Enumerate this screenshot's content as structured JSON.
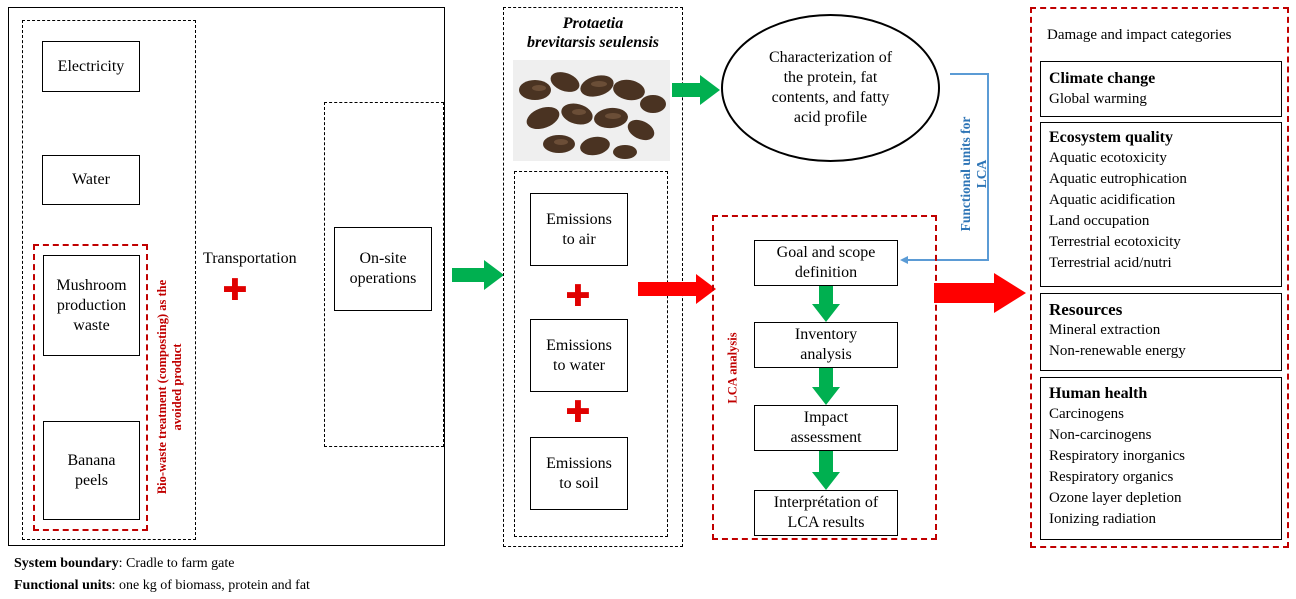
{
  "left": {
    "inputs": [
      "Electricity",
      "Water",
      "Mushroom\nproduction\nwaste",
      "Banana\npeels"
    ],
    "avoided_label": "Bio-waste treatment (composting) as the avoided product",
    "transportation": "Transportation",
    "onsite": "On-site\noperations"
  },
  "insect": {
    "name": "Protaetia\nbrevitarsis seulensis",
    "emissions": [
      "Emissions\nto air",
      "Emissions\nto water",
      "Emissions\nto soil"
    ]
  },
  "characterization": "Characterization of\nthe protein, fat\ncontents, and fatty\nacid profile",
  "functional_units_label": "Functional units for\nLCA",
  "lca": {
    "label": "LCA analysis",
    "steps": [
      "Goal and scope\ndefinition",
      "Inventory\nanalysis",
      "Impact\nassessment",
      "Interprétation of\nLCA results"
    ]
  },
  "damage": {
    "title": "Damage and impact categories",
    "categories": [
      {
        "name": "Climate change",
        "items": [
          "Global warming"
        ]
      },
      {
        "name": "Ecosystem quality",
        "items": [
          "Aquatic ecotoxicity",
          "Aquatic eutrophication",
          "Aquatic acidification",
          "Land occupation",
          "Terrestrial ecotoxicity",
          "Terrestrial acid/nutri"
        ]
      },
      {
        "name": "Resources",
        "items": [
          "Mineral extraction",
          "Non-renewable energy"
        ]
      },
      {
        "name": "Human health",
        "items": [
          "Carcinogens",
          "Non-carcinogens",
          "Respiratory inorganics",
          "Respiratory organics",
          "Ozone layer depletion",
          "Ionizing radiation"
        ]
      }
    ]
  },
  "footer": {
    "system_boundary_label": "System boundary",
    "system_boundary_value": ":  Cradle to farm gate",
    "functional_units_label": "Functional units",
    "functional_units_value": ": one kg of biomass, protein and fat"
  },
  "colors": {
    "green_arrow": "#00b050",
    "red_arrow": "#ff0000",
    "red_dash": "#c00000",
    "blue_label": "#2e75b6",
    "blue_line": "#5b9bd5"
  }
}
